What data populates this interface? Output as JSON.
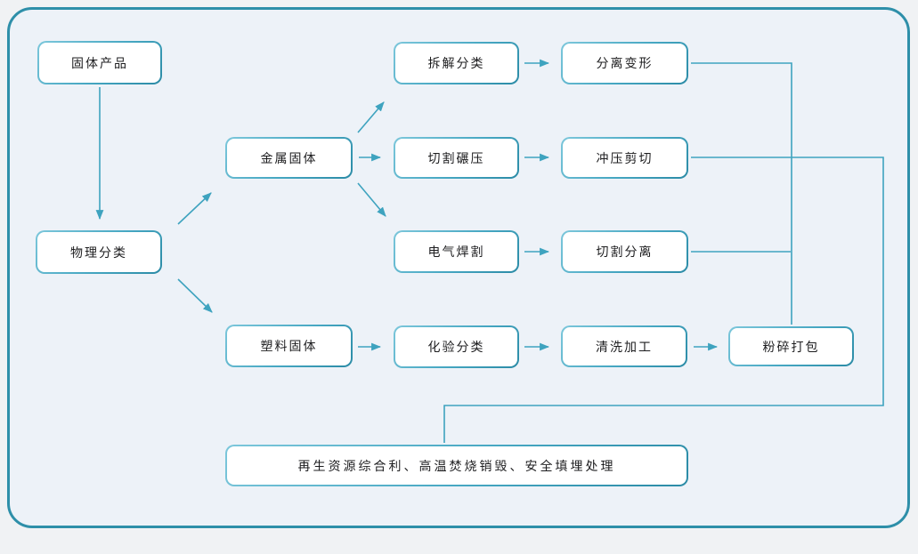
{
  "diagram": {
    "title": "solid-waste-processing-flowchart",
    "colors": {
      "frame_border": "#2e8fa9",
      "canvas_background": "#edf2f8",
      "page_background": "#f0f2f4",
      "box_border": "#46a7c2",
      "box_fill": "#ffffff",
      "arrow": "#3ea3bf",
      "text": "#1d1d1f"
    },
    "nodes": {
      "solid_product": {
        "label": "固体产品"
      },
      "physical_sort": {
        "label": "物理分类"
      },
      "metal_solid": {
        "label": "金属固体"
      },
      "plastic_solid": {
        "label": "塑料固体"
      },
      "dismantle_sort": {
        "label": "拆解分类"
      },
      "cut_roll": {
        "label": "切割碾压"
      },
      "electric_weld": {
        "label": "电气焊割"
      },
      "assay_sort": {
        "label": "化验分类"
      },
      "separate_deform": {
        "label": "分离变形"
      },
      "punch_shear": {
        "label": "冲压剪切"
      },
      "cut_separate": {
        "label": "切割分离"
      },
      "clean_process": {
        "label": "清洗加工"
      },
      "crush_pack": {
        "label": "粉碎打包"
      },
      "final_treatment": {
        "label": "再生资源综合利、高温焚烧销毁、安全填埋处理"
      }
    },
    "edges": [
      {
        "from": "固体产品",
        "to": "物理分类"
      },
      {
        "from": "物理分类",
        "to": "金属固体"
      },
      {
        "from": "物理分类",
        "to": "塑料固体"
      },
      {
        "from": "金属固体",
        "to": "拆解分类"
      },
      {
        "from": "金属固体",
        "to": "切割碾压"
      },
      {
        "from": "金属固体",
        "to": "电气焊割"
      },
      {
        "from": "拆解分类",
        "to": "分离变形"
      },
      {
        "from": "切割碾压",
        "to": "冲压剪切"
      },
      {
        "from": "电气焊割",
        "to": "切割分离"
      },
      {
        "from": "塑料固体",
        "to": "化验分类"
      },
      {
        "from": "化验分类",
        "to": "清洗加工"
      },
      {
        "from": "清洗加工",
        "to": "粉碎打包"
      },
      {
        "from": "分离变形",
        "to": "粉碎打包"
      },
      {
        "from": "切割分离",
        "to": "粉碎打包"
      },
      {
        "from": "冲压剪切",
        "to": "再生资源综合利、高温焚烧销毁、安全填埋处理"
      }
    ]
  }
}
